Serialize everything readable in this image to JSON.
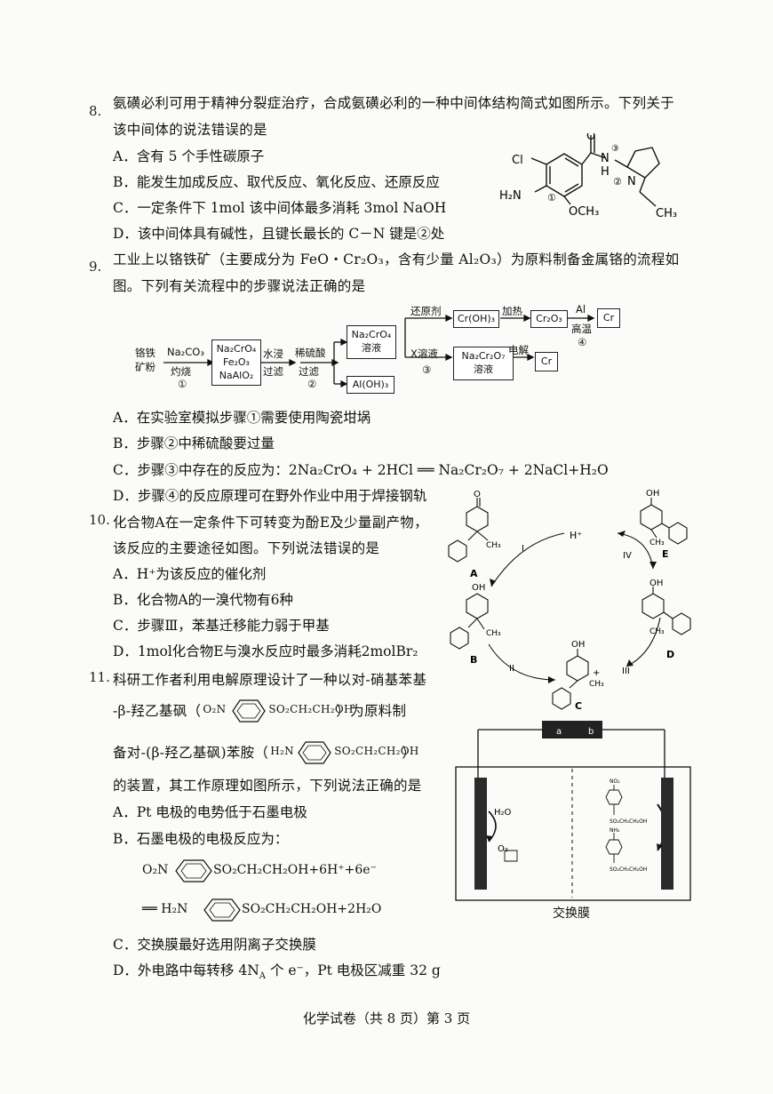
{
  "q8": {
    "number": "8.",
    "stem1": "氨磺必利可用于精神分裂症治疗，合成氨磺必利的一种中间体结构简式如图所示。下列关于",
    "stem2": "该中间体的说法错误的是",
    "A": "A．含有 5 个手性碳原子",
    "B": "B．能发生加成反应、取代反应、氧化反应、还原反应",
    "C": "C．一定条件下 1mol 该中间体最多消耗 3mol NaOH",
    "D": "D．该中间体具有碱性，且键长最长的 C－N 键是②处",
    "struct": {
      "cl": "Cl",
      "o": "O",
      "n1": "N",
      "h": "H",
      "n2": "N",
      "nh2": "H₂N",
      "och3": "OCH₃",
      "ch3": "CH₃",
      "m1": "①",
      "m2": "②",
      "m3": "③"
    }
  },
  "q9": {
    "number": "9.",
    "stem1": "工业上以铬铁矿（主要成分为 FeO・Cr₂O₃，含有少量 Al₂O₃）为原料制备金属铬的流程如",
    "stem2": "图。下列有关流程中的步骤说法正确的是",
    "flow": {
      "start1": "铬铁",
      "start2": "矿粉",
      "s1_top": "Na₂CO₃",
      "s1_bot": "灼烧",
      "s1_num": "①",
      "box1": [
        "Na₂CrO₄",
        "Fe₂O₃",
        "NaAlO₂"
      ],
      "s2a_top": "水浸",
      "s2a_bot": "过滤",
      "s2b_top": "稀硫酸",
      "s2b_bot": "过滤",
      "s2_num": "②",
      "box2": [
        "Na₂CrO₄",
        "溶液"
      ],
      "box_aloh": "Al(OH)₃",
      "reduce": "还原剂",
      "box_croh": "Cr(OH)₃",
      "heat": "加热",
      "box_cr2o3": "Cr₂O₃",
      "al": "Al",
      "high": "高温",
      "s4_num": "④",
      "box_cr1": "Cr",
      "x_top": "X溶液",
      "s3_num": "③",
      "box3": [
        "Na₂Cr₂O₇",
        "溶液"
      ],
      "elec": "电解",
      "box_cr2": "Cr"
    },
    "A": "A．在实验室模拟步骤①需要使用陶瓷坩埚",
    "B": "B．步骤②中稀硫酸要过量",
    "C": "C．步骤③中存在的反应为：2Na₂CrO₄ + 2HCl ══ Na₂Cr₂O₇ + 2NaCl+H₂O",
    "D": "D．步骤④的反应原理可在野外作业中用于焊接钢轨"
  },
  "q10": {
    "number": "10.",
    "stem1": "化合物A在一定条件下可转变为酚E及少量副产物，",
    "stem2": "该反应的主要途径如图。下列说法错误的是",
    "A": "A．H⁺为该反应的催化剂",
    "B": "B．化合物A的一溴代物有6种",
    "C": "C．步骤Ⅲ，苯基迁移能力弱于甲基",
    "D": "D．1mol化合物E与溴水反应时最多消耗2molBr₂",
    "cycle": {
      "hplus": "H⁺",
      "I": "I",
      "II": "II",
      "III": "III",
      "IV": "IV",
      "A": "A",
      "B": "B",
      "C": "C",
      "D": "D",
      "E": "E",
      "o": "O",
      "oh": "OH",
      "ch3": "CH₃",
      "plus": "+"
    }
  },
  "q11": {
    "number": "11.",
    "stem1": "科研工作者利用电解原理设计了一种以对-硝基苯基",
    "stem2a": "-β-羟乙基砜（",
    "stem2b": "）为原料制",
    "stem3a": "备对-(β-羟乙基砜)苯胺（",
    "stem3b": "）",
    "stem4": "的装置，其工作原理如图所示，下列说法正确的是",
    "A": "A．Pt 电极的电势低于石墨电极",
    "B": "B．石墨电极的电极反应为：",
    "eq1_tail": "SO₂CH₂CH₂OH+6H⁺+6e⁻",
    "eq2_head": "══ H₂N",
    "eq2_tail": "SO₂CH₂CH₂OH+2H₂O",
    "C": "C．交换膜最好选用阴离子交换膜",
    "D": "D．外电路中每转移 4N",
    "D_sub": "A",
    "D_tail": " 个 e⁻，Pt 电极区减重 32 g",
    "mol": {
      "o2n": "O₂N",
      "h2n": "H₂N",
      "so2": "SO₂CH₂CH₂OH"
    },
    "cell": {
      "a": "a",
      "b": "b",
      "h2o": "H₂O",
      "o2": "O₂",
      "no2": "NO₂",
      "nh2": "NH₂",
      "sub": "SO₂CH₂CH₂OH",
      "membrane": "交换膜"
    }
  },
  "footer": "化学试卷（共 8 页）第 3 页"
}
